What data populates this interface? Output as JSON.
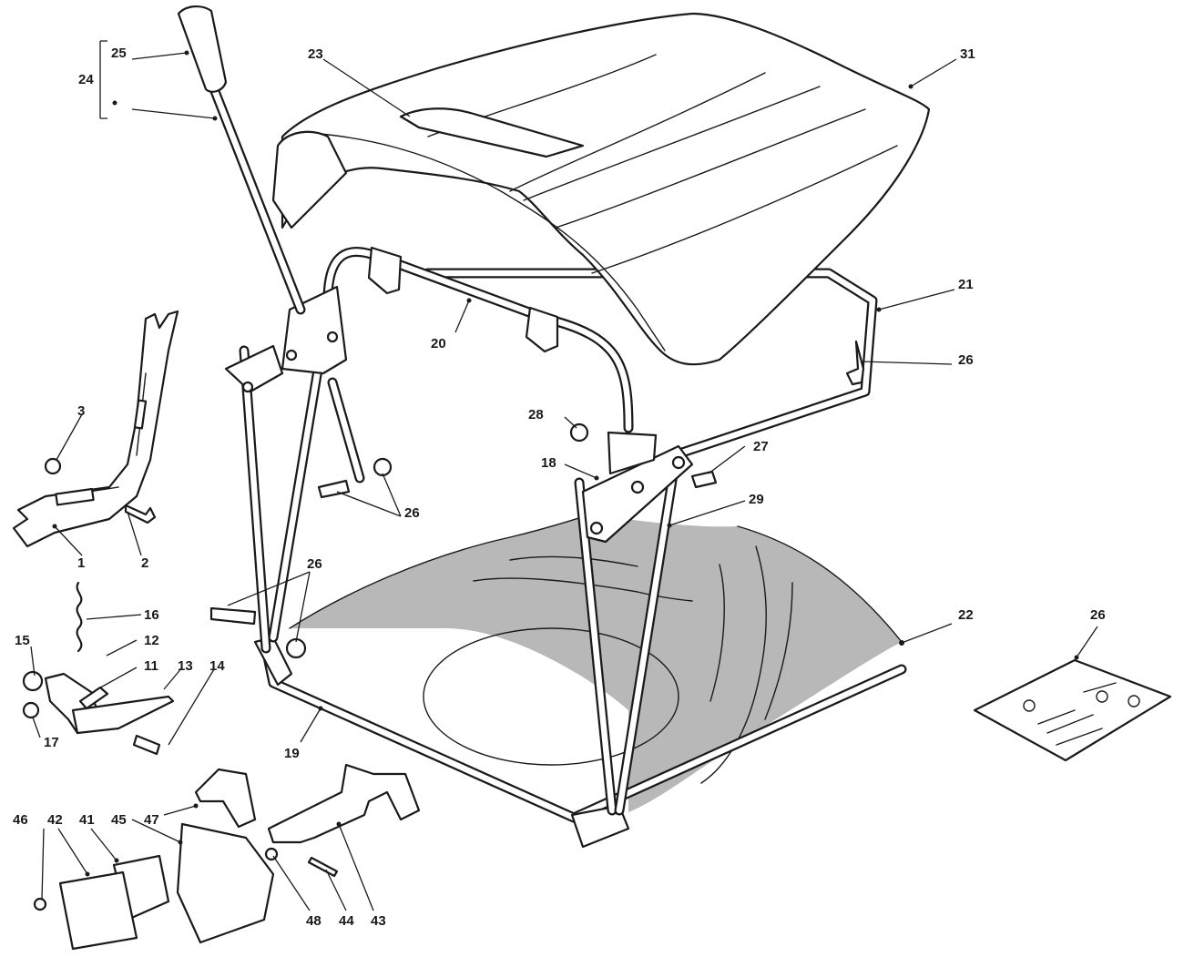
{
  "colors": {
    "line": "#1a1a1a",
    "bag_fill": "#b8b8b8",
    "background": "#ffffff"
  },
  "callouts": [
    {
      "id": "c25",
      "text": "25"
    },
    {
      "id": "c24",
      "text": "24"
    },
    {
      "id": "c23",
      "text": "23"
    },
    {
      "id": "c31",
      "text": "31"
    },
    {
      "id": "c21",
      "text": "21"
    },
    {
      "id": "c20",
      "text": "20"
    },
    {
      "id": "c26a",
      "text": "26"
    },
    {
      "id": "c28",
      "text": "28"
    },
    {
      "id": "c27",
      "text": "27"
    },
    {
      "id": "c18",
      "text": "18"
    },
    {
      "id": "c29",
      "text": "29"
    },
    {
      "id": "c26b",
      "text": "26"
    },
    {
      "id": "c3",
      "text": "3"
    },
    {
      "id": "c1",
      "text": "1"
    },
    {
      "id": "c2",
      "text": "2"
    },
    {
      "id": "c16",
      "text": "16"
    },
    {
      "id": "c12",
      "text": "12"
    },
    {
      "id": "c15",
      "text": "15"
    },
    {
      "id": "c11",
      "text": "11"
    },
    {
      "id": "c13",
      "text": "13"
    },
    {
      "id": "c14",
      "text": "14"
    },
    {
      "id": "c17",
      "text": "17"
    },
    {
      "id": "c26c",
      "text": "26"
    },
    {
      "id": "c22",
      "text": "22"
    },
    {
      "id": "c26d",
      "text": "26"
    },
    {
      "id": "c19",
      "text": "19"
    },
    {
      "id": "c46",
      "text": "46"
    },
    {
      "id": "c42",
      "text": "42"
    },
    {
      "id": "c41",
      "text": "41"
    },
    {
      "id": "c45",
      "text": "45"
    },
    {
      "id": "c47",
      "text": "47"
    },
    {
      "id": "c48",
      "text": "48"
    },
    {
      "id": "c44",
      "text": "44"
    },
    {
      "id": "c43",
      "text": "43"
    }
  ]
}
